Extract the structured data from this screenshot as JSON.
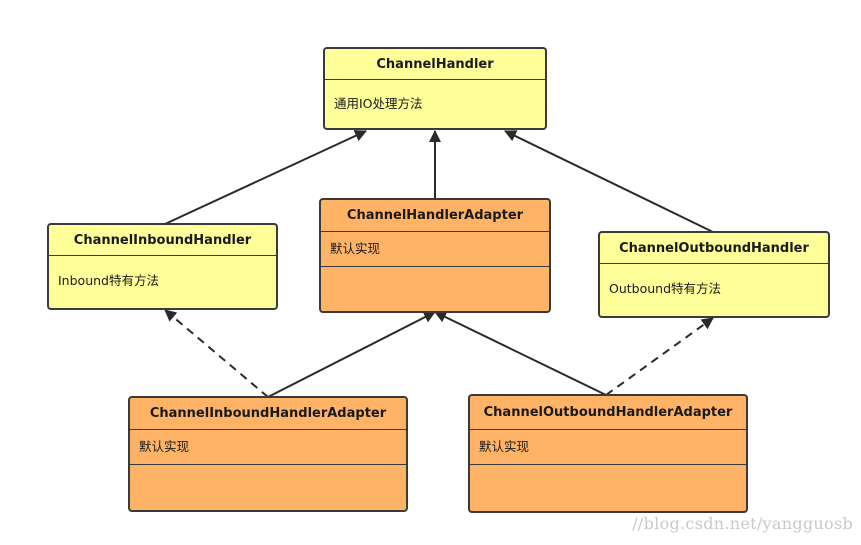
{
  "classes": {
    "channel_handler": {
      "name": "ChannelHandler",
      "attribute": "通用IO处理方法"
    },
    "channel_inbound_handler": {
      "name": "ChannelInboundHandler",
      "attribute": "Inbound特有方法"
    },
    "channel_handler_adapter": {
      "name": "ChannelHandlerAdapter",
      "attribute": "默认实现"
    },
    "channel_outbound_handler": {
      "name": "ChannelOutboundHandler",
      "attribute": "Outbound特有方法"
    },
    "channel_inbound_handler_adapter": {
      "name": "ChannelInboundHandlerAdapter",
      "attribute": "默认实现"
    },
    "channel_outbound_handler_adapter": {
      "name": "ChannelOutboundHandlerAdapter",
      "attribute": "默认实现"
    }
  },
  "relations": [
    {
      "from": "ChannelInboundHandler",
      "to": "ChannelHandler",
      "kind": "inheritance"
    },
    {
      "from": "ChannelHandlerAdapter",
      "to": "ChannelHandler",
      "kind": "inheritance"
    },
    {
      "from": "ChannelOutboundHandler",
      "to": "ChannelHandler",
      "kind": "inheritance"
    },
    {
      "from": "ChannelInboundHandlerAdapter",
      "to": "ChannelInboundHandler",
      "kind": "realization"
    },
    {
      "from": "ChannelInboundHandlerAdapter",
      "to": "ChannelHandlerAdapter",
      "kind": "inheritance"
    },
    {
      "from": "ChannelOutboundHandlerAdapter",
      "to": "ChannelHandlerAdapter",
      "kind": "inheritance"
    },
    {
      "from": "ChannelOutboundHandlerAdapter",
      "to": "ChannelOutboundHandler",
      "kind": "realization"
    }
  ],
  "colors": {
    "interface_fill": "#ffff99",
    "class_fill": "#ffb366",
    "stroke": "#3a3a3a"
  },
  "watermark": "//blog.csdn.net/yangguosb"
}
